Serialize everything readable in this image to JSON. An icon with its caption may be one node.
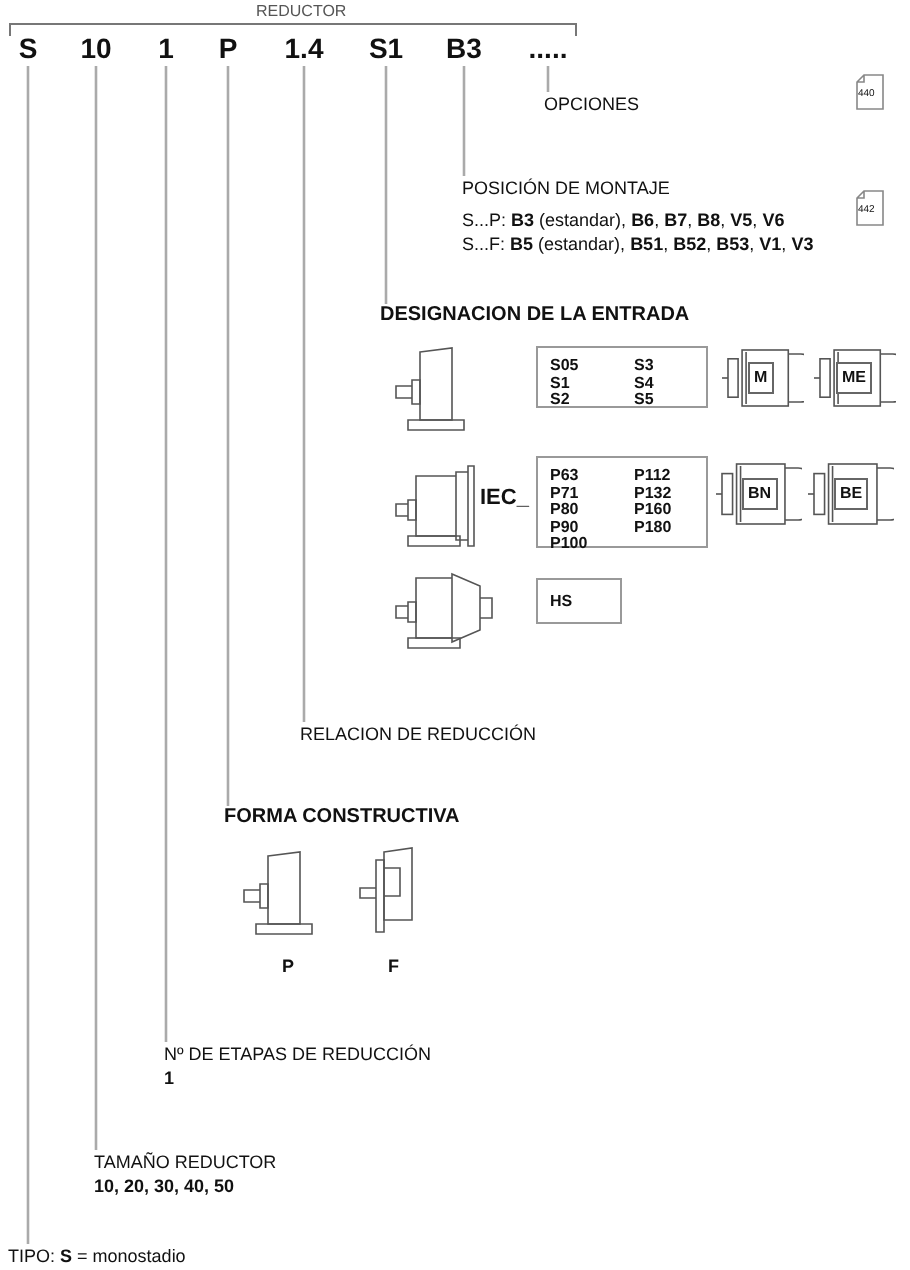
{
  "diagram": {
    "nodes": [
      {
        "text": [
          "S"
        ]
      },
      {
        "text": [
          "10"
        ]
      },
      {
        "text": [
          "1"
        ]
      },
      {
        "text": [
          "P"
        ]
      },
      {
        "text": [
          "1.4"
        ]
      },
      {
        "text": [
          "S1"
        ]
      },
      {
        "text": [
          "B3"
        ]
      },
      {
        "text": [
          "....."
        ]
      },
      {
        "text": [
          "OPCIONES"
        ]
      },
      {
        "text": [
          "POSICIÓN DE MONTAJE",
          "S...P: **B3** (estandar), **B6**, **B7**, **B8**, **V5**, **V6**",
          "S...F: **B5** (estandar), **B51**, **B52**, **B53**, **V1**, **V3**"
        ]
      },
      {
        "text": [
          "DESIGNACION DE LA ENTRADA"
        ]
      },
      {
        "text": [
          "RELACION DE REDUCCIÓN"
        ]
      },
      {
        "text": [
          "FORMA CONSTRUCTIVA"
        ]
      },
      {
        "text": [
          "Nº DE ETAPAS DE REDUCCIÓN",
          "1"
        ]
      },
      {
        "text": [
          "TAMAÑO REDUCTOR",
          "10, 20, 30, 40, 50"
        ]
      },
      {
        "text": [
          "TIPO: **S** = monostadio"
        ]
      },
      {
        "text": [
          "S05",
          "S1",
          "S2",
          "S3",
          "S4",
          "S5"
        ]
      },
      {
        "text": [
          "M"
        ]
      },
      {
        "text": [
          "ME"
        ]
      },
      {
        "text": [
          "P63",
          "P71",
          "P80",
          "P90",
          "P100",
          "P112",
          "P132",
          "P160",
          "P180"
        ]
      },
      {
        "text": [
          "BN"
        ]
      },
      {
        "text": [
          "BE"
        ]
      },
      {
        "text": [
          "HS"
        ]
      }
    ],
    "edges": [
      {
        "from": 7,
        "to": 8,
        "arrow": "none"
      },
      {
        "from": 6,
        "to": 9,
        "arrow": "none"
      },
      {
        "from": 5,
        "to": 10,
        "arrow": "none"
      },
      {
        "from": 4,
        "to": 11,
        "arrow": "none"
      },
      {
        "from": 3,
        "to": 12,
        "arrow": "none"
      },
      {
        "from": 2,
        "to": 13,
        "arrow": "none"
      },
      {
        "from": 1,
        "to": 14,
        "arrow": "none"
      },
      {
        "from": 0,
        "to": 15,
        "arrow": "none"
      }
    ],
    "labels": [
      "REDUCTOR",
      "440",
      "442",
      "IEC_",
      "P",
      "F"
    ]
  }
}
